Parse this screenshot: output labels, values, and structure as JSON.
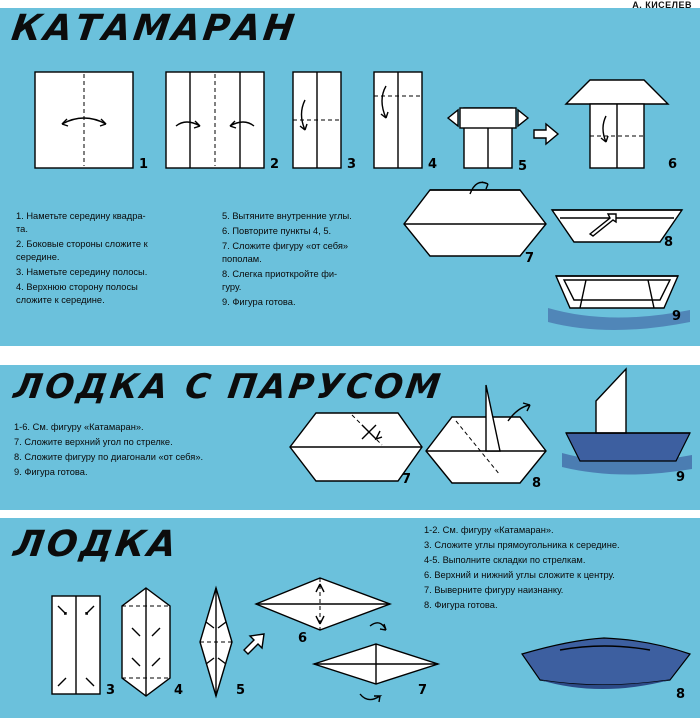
{
  "author": "А. КИСЕЛЕВ",
  "catamaran": {
    "title": "КАТАМАРАН",
    "steps_left": [
      "1. Наметьте середину квадра-\nта.",
      "2. Боковые стороны сложите к\nсередине.",
      "3. Наметьте середину полосы.",
      "4. Верхнюю сторону полосы\nсложите к середине."
    ],
    "steps_right": [
      "5. Вытяните внутренние углы.",
      "6. Повторите пункты 4, 5.",
      "7. Сложите фигуру «от себя»\nпополам.",
      "8. Слегка приоткройте фи-\nгуру.",
      "9. Фигура готова."
    ],
    "figure_numbers": [
      "1",
      "2",
      "3",
      "4",
      "5",
      "6",
      "7",
      "8",
      "9"
    ]
  },
  "sailboat": {
    "title": "ЛОДКА С ПАРУСОМ",
    "steps": [
      "1-6. См. фигуру «Катамаран».",
      "7. Сложите верхний угол по стрелке.",
      "8. Сложите фигуру по диагонали «от себя».",
      "9. Фигура готова."
    ],
    "figure_numbers": [
      "7",
      "8",
      "9"
    ]
  },
  "boat": {
    "title": "ЛОДКА",
    "steps": [
      "1-2. См. фигуру «Катамаран».",
      "3. Сложите углы прямоугольника к середине.",
      "4-5. Выполните складки по стрелкам.",
      "6. Верхний и нижний углы сложите к центру.",
      "7. Выверните фигуру наизнанку.",
      "8. Фигура готова."
    ],
    "figure_numbers": [
      "3",
      "4",
      "5",
      "6",
      "7",
      "8"
    ]
  },
  "colors": {
    "panel": "#6bc1dc",
    "ink": "#0a0a0a",
    "paper": "#ffffff",
    "water": "#3d5fa0"
  }
}
